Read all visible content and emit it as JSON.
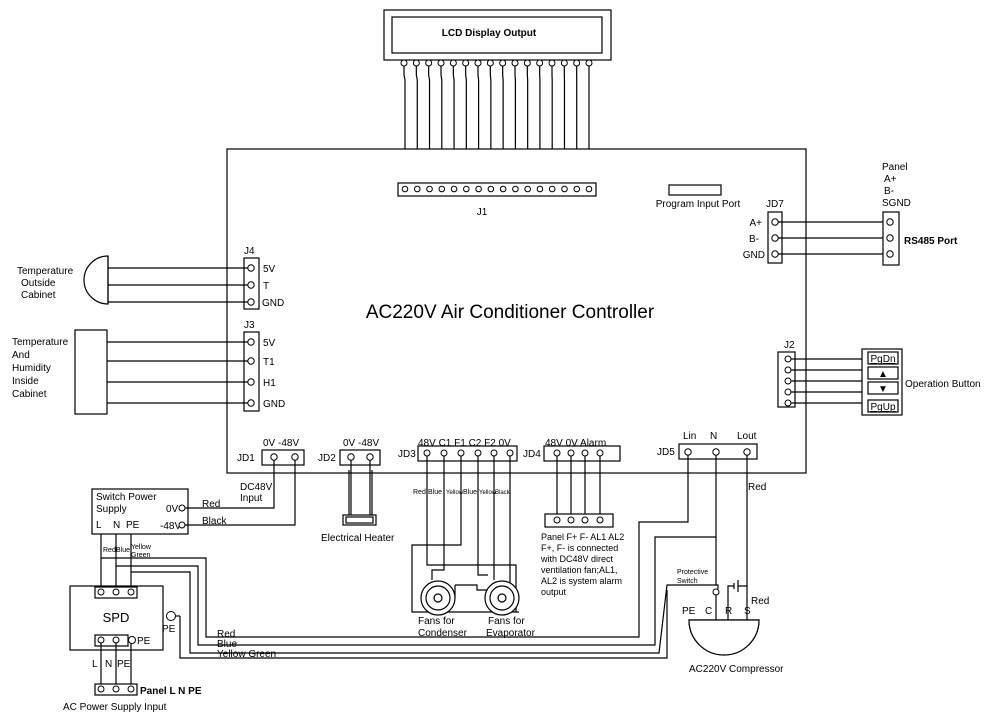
{
  "title": "AC220V Air Conditioner Controller",
  "lcd": {
    "label": "LCD Display Output"
  },
  "j1": "J1",
  "program_port": "Program Input Port",
  "jd7": {
    "name": "JD7",
    "pins": [
      "A+",
      "B-",
      "GND"
    ]
  },
  "panel_rs485": {
    "lines": [
      "Panel",
      "A+",
      "B-",
      "SGND"
    ],
    "port": "RS485 Port"
  },
  "j4": {
    "name": "J4",
    "pins": [
      "5V",
      "T",
      "GND"
    ]
  },
  "temp_outside": [
    "Temperature",
    "Outside",
    "Cabinet"
  ],
  "j3": {
    "name": "J3",
    "pins": [
      "5V",
      "T1",
      "H1",
      "GND"
    ]
  },
  "temp_inside": [
    "Temperature",
    "And",
    "Humidity",
    "Inside",
    "Cabinet"
  ],
  "j2": {
    "name": "J2"
  },
  "buttons": {
    "pgdn": "PgDn",
    "up": "▲",
    "down": "▼",
    "pgup": "PgUp",
    "label": "Operation Button"
  },
  "jd1": {
    "name": "JD1",
    "header": "0V -48V",
    "note": [
      "DC48V",
      "Input"
    ]
  },
  "jd2": {
    "name": "JD2",
    "header": "0V -48V"
  },
  "heater": "Electrical Heater",
  "jd3": {
    "name": "JD3",
    "header": "48V C1 F1 C2 F2 0V"
  },
  "jd3_wires": [
    "Red",
    "Blue",
    "Yellow",
    "Blue",
    "Yellow",
    "Black"
  ],
  "fans": {
    "condenser": [
      "Fans for",
      "Condenser"
    ],
    "evaporator": [
      "Fans for",
      "Evaporator"
    ]
  },
  "jd4": {
    "name": "JD4",
    "header": "48V 0V Alarm"
  },
  "panel_note": [
    "Panel F+ F- AL1 AL2",
    "F+, F- is connected",
    "with DC48V direct",
    "ventilation fan;AL1,",
    "AL2 is system alarm",
    "output"
  ],
  "jd5": {
    "name": "JD5",
    "pins": [
      "Lin",
      "N",
      "Lout"
    ]
  },
  "psu": {
    "lines": [
      "Switch Power",
      "Supply"
    ],
    "pins": [
      "L",
      "N",
      "PE"
    ],
    "out_0v": "0V",
    "out_48v": "-48V"
  },
  "psu_wires": {
    "red": "Red",
    "black": "Black",
    "red2": "Red",
    "blue": "Blue",
    "yg": [
      "Yellow",
      "Green"
    ]
  },
  "spd": {
    "label": "SPD",
    "pe_right": "PE",
    "pe_bottom": "PE",
    "pins": [
      "L",
      "N",
      "PE"
    ]
  },
  "panel_lnpe": "Panel L N PE",
  "ac_input": "AC Power Supply Input",
  "bottom_wires": {
    "red": "Red",
    "blue": "Blue",
    "yg": "Yellow Green"
  },
  "jd5_red": "Red",
  "protective_switch": [
    "Protective",
    "Switch"
  ],
  "compressor": {
    "pins": [
      "PE",
      "C",
      "R",
      "S"
    ],
    "label": "AC220V Compressor",
    "red": "Red"
  }
}
